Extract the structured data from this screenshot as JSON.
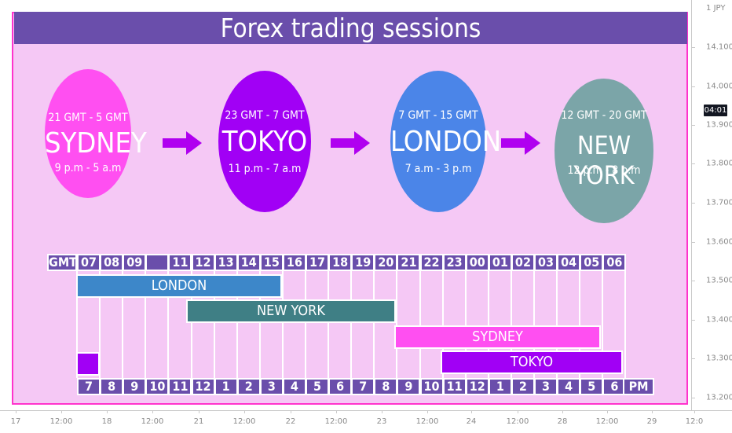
{
  "title": "Forex trading sessions",
  "colors": {
    "panel": "#f5c8f5",
    "border": "#ff33cc",
    "header": "#6a4eab",
    "arrow": "#b000f0"
  },
  "sessions": [
    {
      "gmt": "21 GMT - 5 GMT",
      "name": "SYDNEY",
      "local": "9 p.m - 5 a.m",
      "color": "#ff4ff1"
    },
    {
      "gmt": "23 GMT - 7 GMT",
      "name": "TOKYO",
      "local": "11 p.m - 7 a.m",
      "color": "#a100f5"
    },
    {
      "gmt": "7 GMT - 15 GMT",
      "name": "LONDON",
      "local": "7 a.m - 3 p.m",
      "color": "#4b85e8"
    },
    {
      "gmt": "12 GMT - 20 GMT",
      "name": "NEW YORK",
      "local": "12 p.m - 8 p.m",
      "color": "#7ba5a8"
    }
  ],
  "timeline": {
    "gmt_label": "GMT",
    "pm_label": "PM",
    "top_hours": [
      "07",
      "08",
      "09",
      "",
      "11",
      "12",
      "13",
      "14",
      "15",
      "16",
      "17",
      "18",
      "19",
      "20",
      "21",
      "22",
      "23",
      "00",
      "01",
      "02",
      "03",
      "04",
      "05",
      "06"
    ],
    "bottom_hours": [
      "7",
      "8",
      "9",
      "10",
      "11",
      "12",
      "1",
      "2",
      "3",
      "4",
      "5",
      "6",
      "7",
      "8",
      "9",
      "10",
      "11",
      "12",
      "1",
      "2",
      "3",
      "4",
      "5",
      "6"
    ],
    "bars": [
      {
        "label": "LONDON",
        "color": "#3d87c9"
      },
      {
        "label": "NEW YORK",
        "color": "#3f7f85"
      },
      {
        "label": "SYDNEY",
        "color": "#ff4ff1"
      },
      {
        "label": "TOKYO",
        "color": "#a100f5"
      }
    ]
  },
  "price_axis": {
    "unit": "JPY",
    "unit_prefix": "1",
    "labels": [
      "14.100",
      "14.000",
      "13.900",
      "13.800",
      "13.700",
      "13.600",
      "13.500",
      "13.400",
      "13.300",
      "13.200"
    ],
    "current": "04:01"
  },
  "time_axis": {
    "labels": [
      "17",
      "12:00",
      "18",
      "12:00",
      "21",
      "12:00",
      "22",
      "12:00",
      "23",
      "12:00",
      "24",
      "12:00",
      "28",
      "12:00",
      "29",
      "12:0"
    ]
  }
}
